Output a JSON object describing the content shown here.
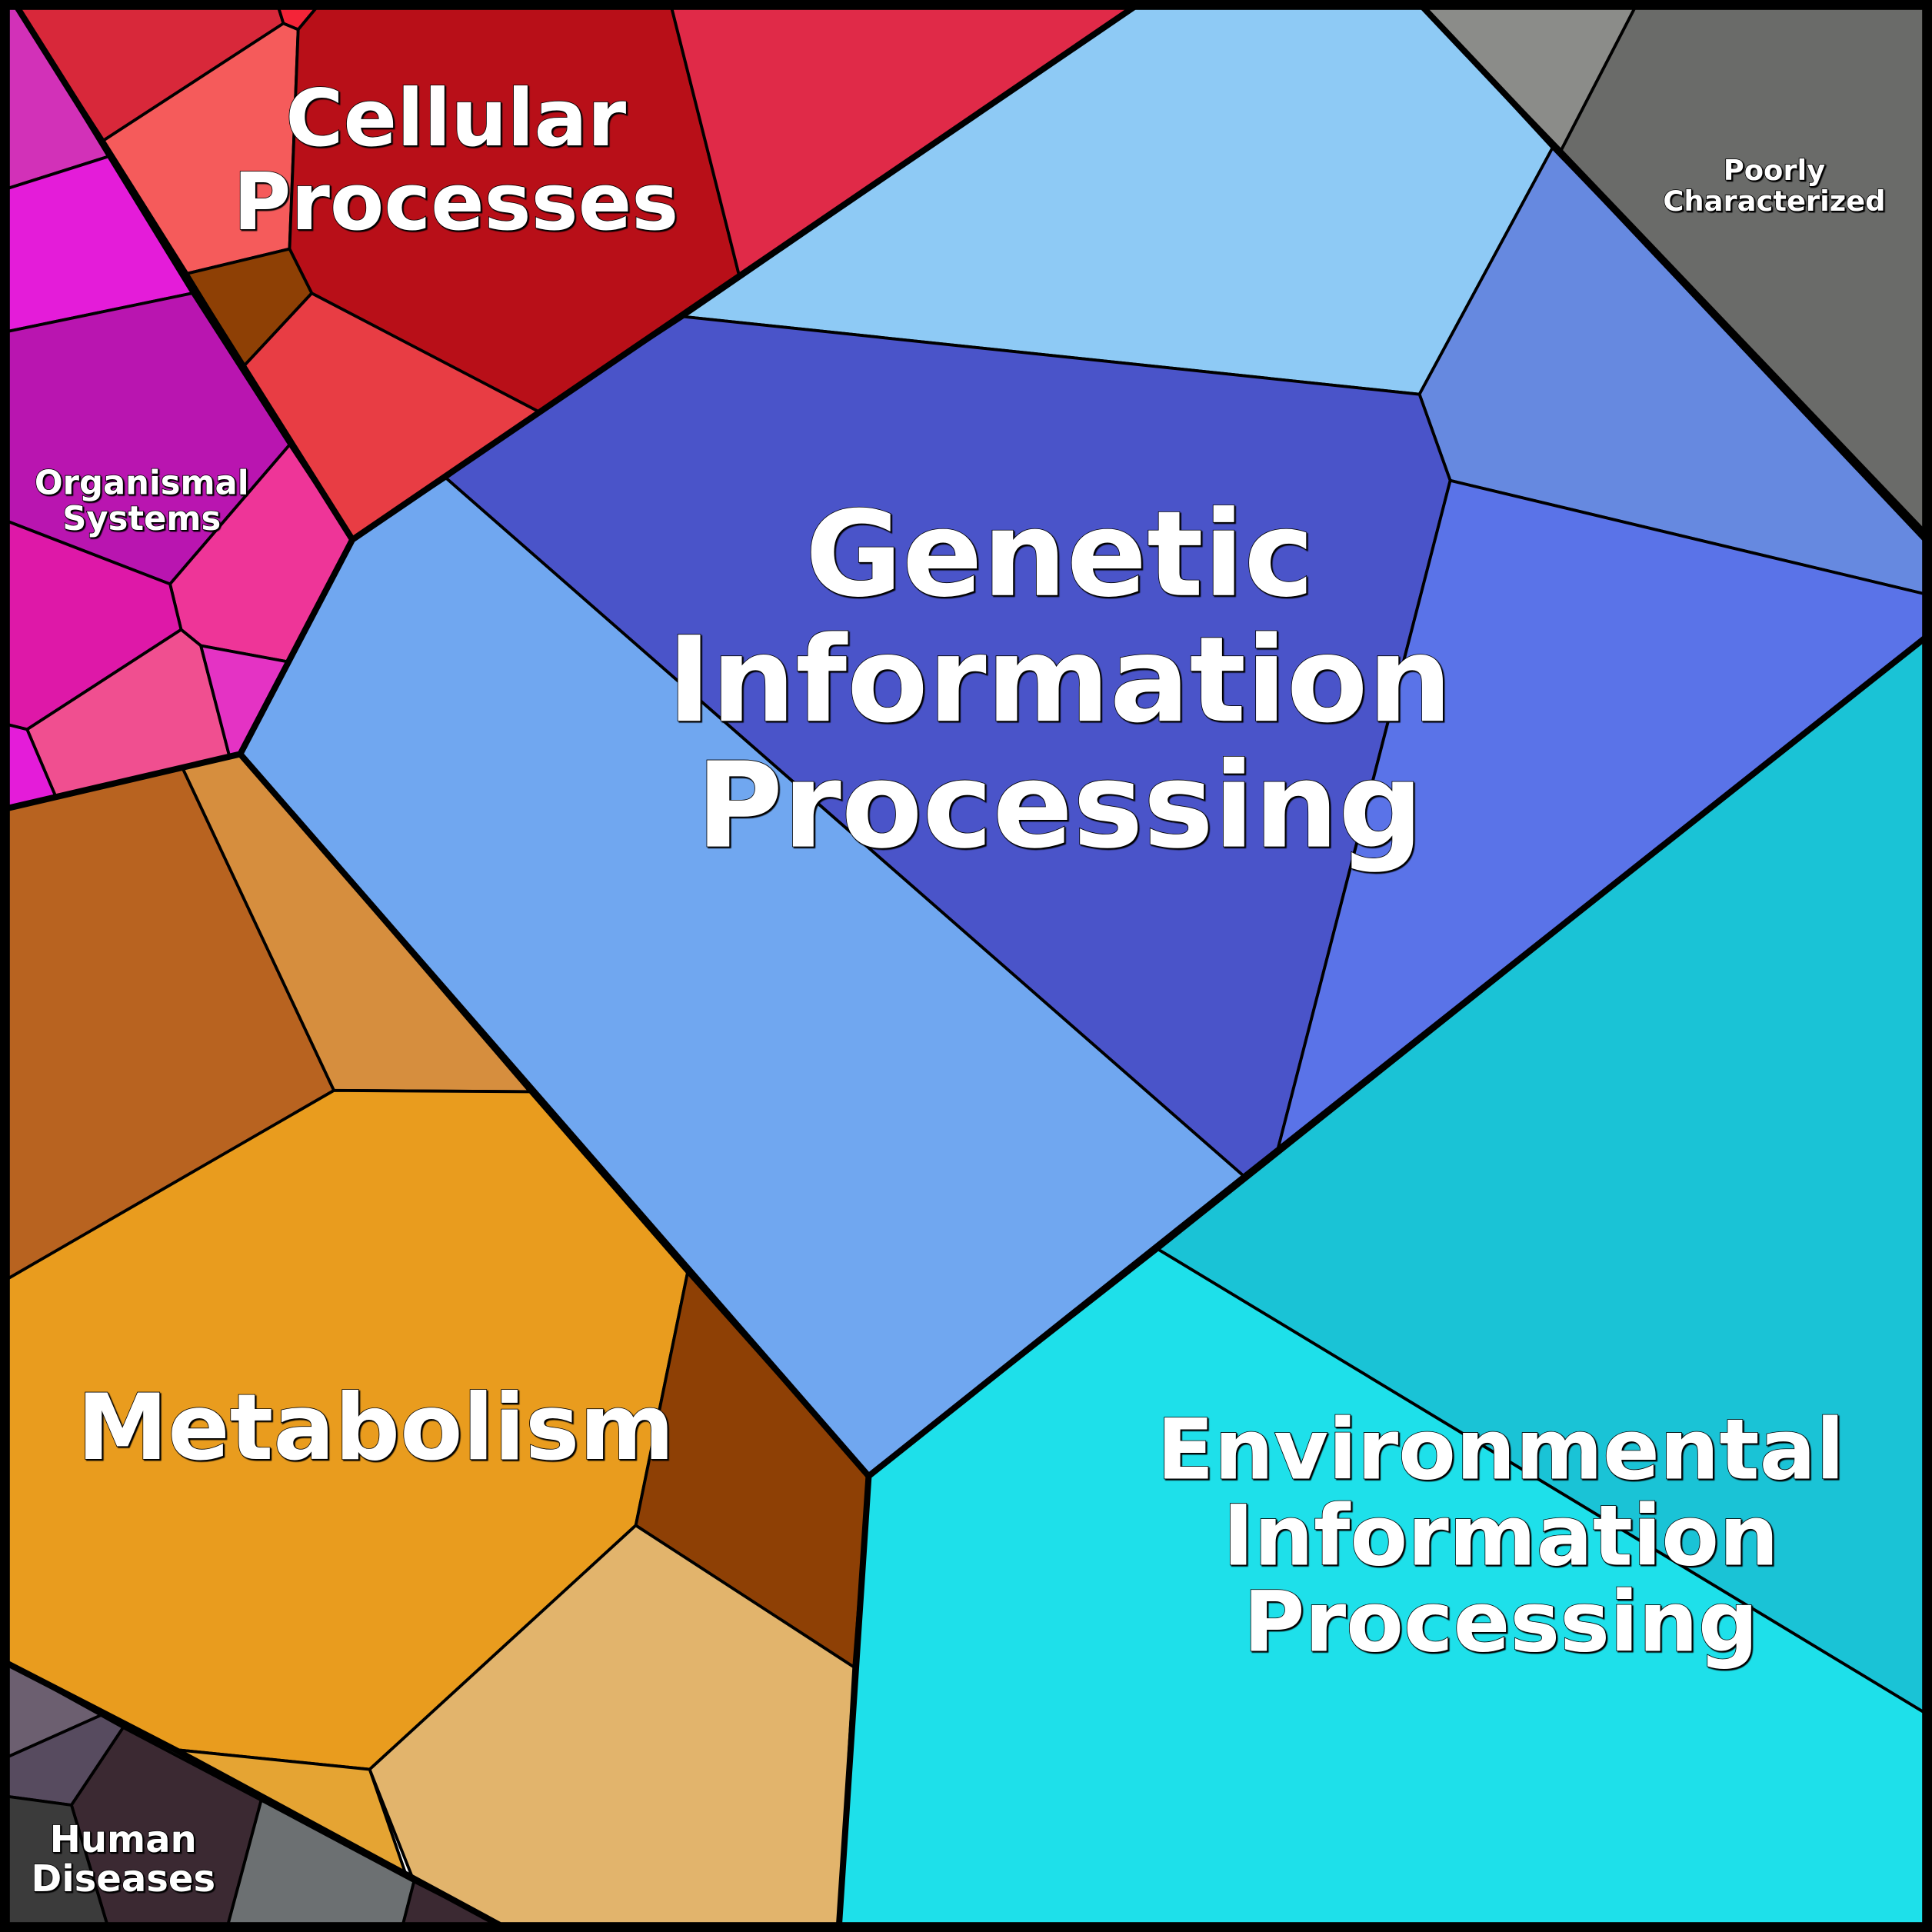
{
  "title": "Voronoi treemap of functional categories",
  "categories": [
    {
      "id": "cellular",
      "label_lines": [
        "Cellular",
        "Processes"
      ],
      "colors": [
        "#d8283a",
        "#f42438",
        "#f55b5b",
        "#b80f18",
        "#e02a48",
        "#8e4005",
        "#e83d44"
      ]
    },
    {
      "id": "organismal",
      "label_lines": [
        "Organismal",
        "Systems"
      ],
      "colors": [
        "#d231b8",
        "#e41cd9",
        "#b915b0",
        "#ee3598",
        "#de18a8",
        "#f04f90",
        "#e433c4",
        "#e41cd9"
      ]
    },
    {
      "id": "genetic",
      "label_lines": [
        "Genetic",
        "Information",
        "Processing"
      ],
      "colors": [
        "#8ecaf5",
        "#6689e0",
        "#4a54c9",
        "#5a73e8",
        "#70a7f0"
      ]
    },
    {
      "id": "poorly",
      "label_lines": [
        "Poorly",
        "Characterized"
      ],
      "colors": [
        "#8b8c89",
        "#6a6b69"
      ]
    },
    {
      "id": "environmental",
      "label_lines": [
        "Environmental",
        "Information",
        "Processing"
      ],
      "colors": [
        "#1ac3d6",
        "#1ee0ea"
      ]
    },
    {
      "id": "metabolism",
      "label_lines": [
        "Metabolism"
      ],
      "colors": [
        "#b86320",
        "#d68e3e",
        "#e99c1e",
        "#8e4005",
        "#e2b46c",
        "#e5a433"
      ]
    },
    {
      "id": "human",
      "label_lines": [
        "Human",
        "Diseases"
      ],
      "colors": [
        "#6c5f70",
        "#574b5f",
        "#3b2932",
        "#3b3b3b",
        "#6c7072",
        "#3b2932"
      ]
    }
  ]
}
